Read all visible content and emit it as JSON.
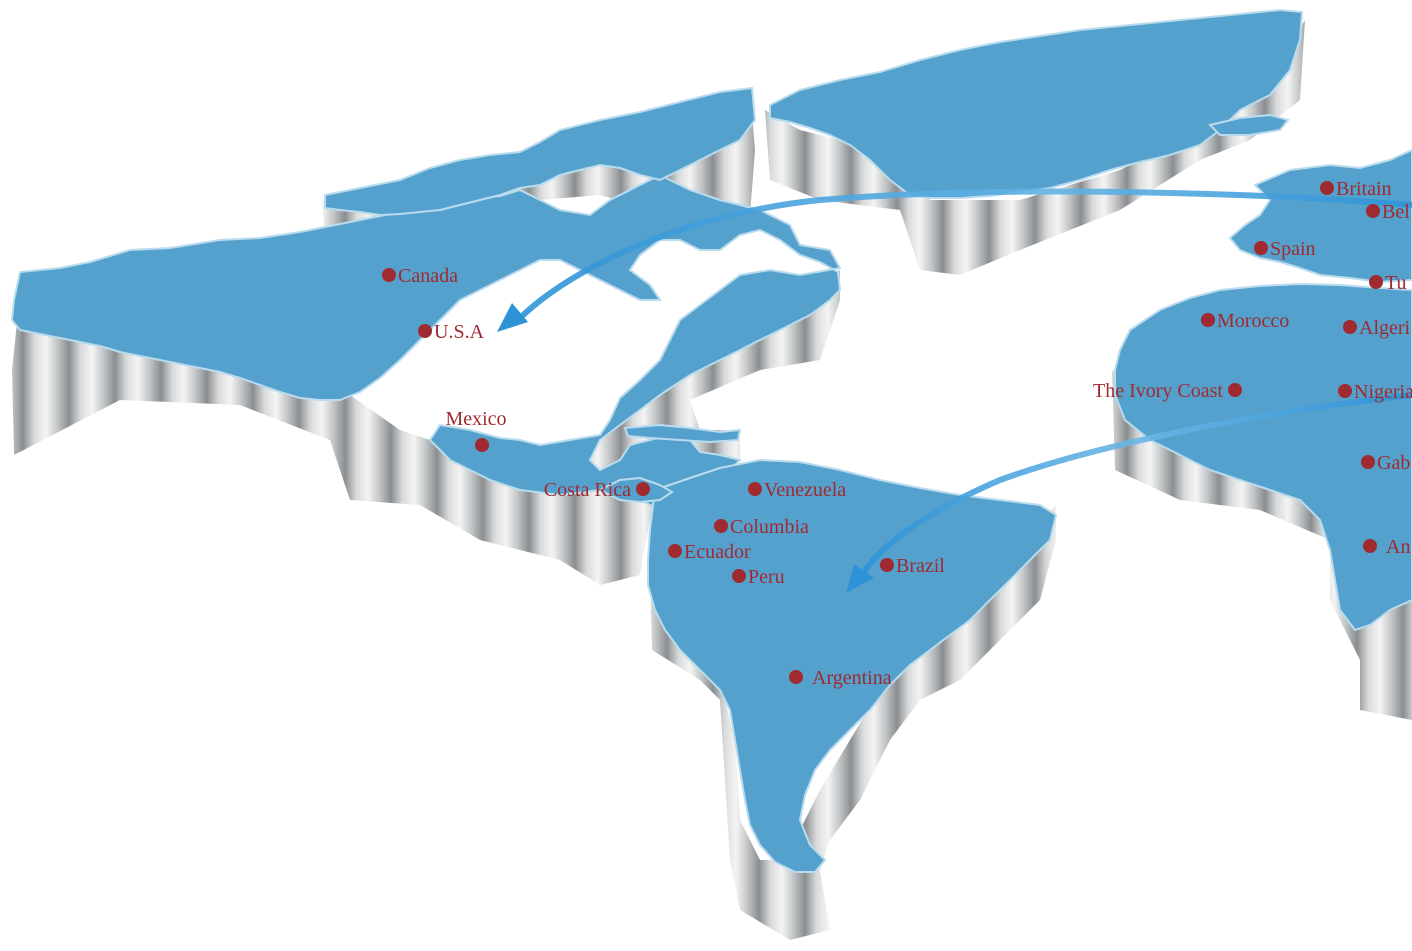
{
  "colors": {
    "land": "#55a1cd",
    "land_edge": "#b9dbee",
    "extrusion_light": "#f2f2f2",
    "extrusion_mid": "#c6c8c9",
    "extrusion_dark": "#7f8386",
    "marker": "#9f2a2f",
    "label": "#9f2a2f",
    "arrow": "#2e93d6"
  },
  "locations": {
    "canada": "Canada",
    "usa": "U.S.A",
    "mexico": "Mexico",
    "costa_rica": "Costa Rica",
    "venezuela": "Venezuela",
    "columbia": "Columbia",
    "ecuador": "Ecuador",
    "peru": "Peru",
    "brazil": "Brazil",
    "argentina": "Argentina",
    "britain": "Britain",
    "belgium": "Bel",
    "spain": "Spain",
    "turkey": "Tu",
    "morocco": "Morocco",
    "algeria": "Algeri",
    "ivory_coast": "The Ivory Coast",
    "nigeria": "Nigeria",
    "gabon": "Gab",
    "angola": "An"
  },
  "icons": {
    "marker": "location-marker-icon",
    "arrow": "route-arrow-icon"
  }
}
